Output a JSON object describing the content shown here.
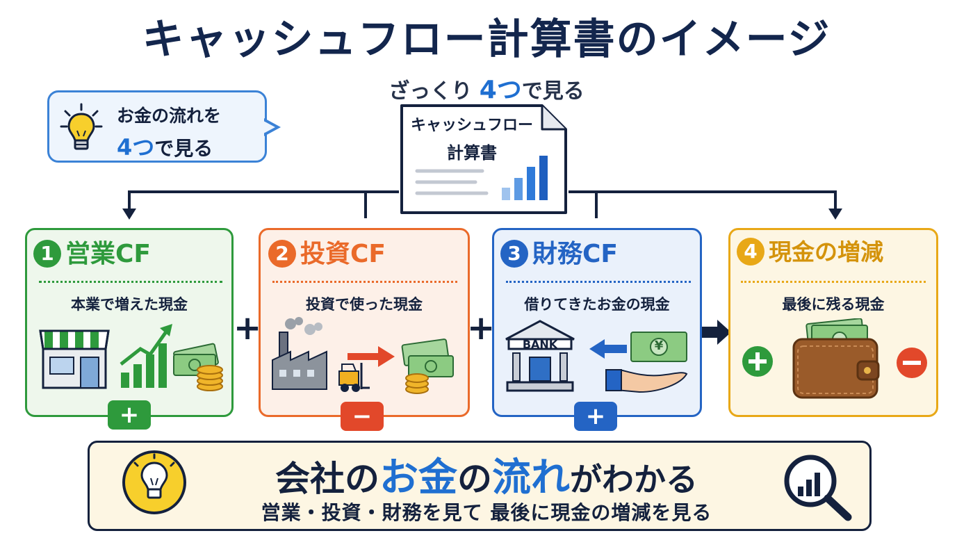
{
  "title": "キャッシュフロー計算書のイメージ",
  "subtitle": {
    "prefix": "ざっくり ",
    "highlight": "4つ",
    "suffix": "で見る"
  },
  "callout": {
    "line1": "お金の流れを",
    "line2_highlight": "4つ",
    "line2_suffix": "で見る"
  },
  "document": {
    "title_line1": "キャッシュフロー",
    "title_line2": "計算書"
  },
  "sections": [
    {
      "number": "1",
      "title": "営業CF",
      "description": "本業で増えた現金",
      "sign": "+",
      "color": "#2e9a3c"
    },
    {
      "number": "2",
      "title": "投資CF",
      "description": "投資で使った現金",
      "sign": "−",
      "color": "#ea6a2a"
    },
    {
      "number": "3",
      "title": "財務CF",
      "description": "借りてきたお金の現金",
      "sign": "+",
      "color": "#2464c4"
    },
    {
      "number": "4",
      "title": "現金の増減",
      "description": "最後に残る現金",
      "color": "#e8a817"
    }
  ],
  "operators": [
    "+",
    "+"
  ],
  "bank_label": "BANK",
  "yen_symbol": "¥",
  "icons": {
    "callout": "lightbulb-icon",
    "section1": [
      "shop-icon",
      "growth-chart-icon",
      "money-coins-icon"
    ],
    "section2": [
      "factory-icon",
      "forklift-icon",
      "right-arrow-icon",
      "money-coins-icon"
    ],
    "section3": [
      "bank-icon",
      "left-arrow-icon",
      "banknote-hand-icon"
    ],
    "section4": [
      "plus-circle-icon",
      "wallet-icon",
      "minus-circle-icon"
    ],
    "bottom": [
      "lightbulb-icon",
      "magnifier-chart-icon"
    ]
  },
  "bottom": {
    "main_part1": "会社の",
    "main_part2": "お金",
    "main_part3": "の",
    "main_part4": "流れ",
    "main_part5": "がわかる",
    "sub": "営業・投資・財務を見て 最後に現金の増減を見る"
  }
}
